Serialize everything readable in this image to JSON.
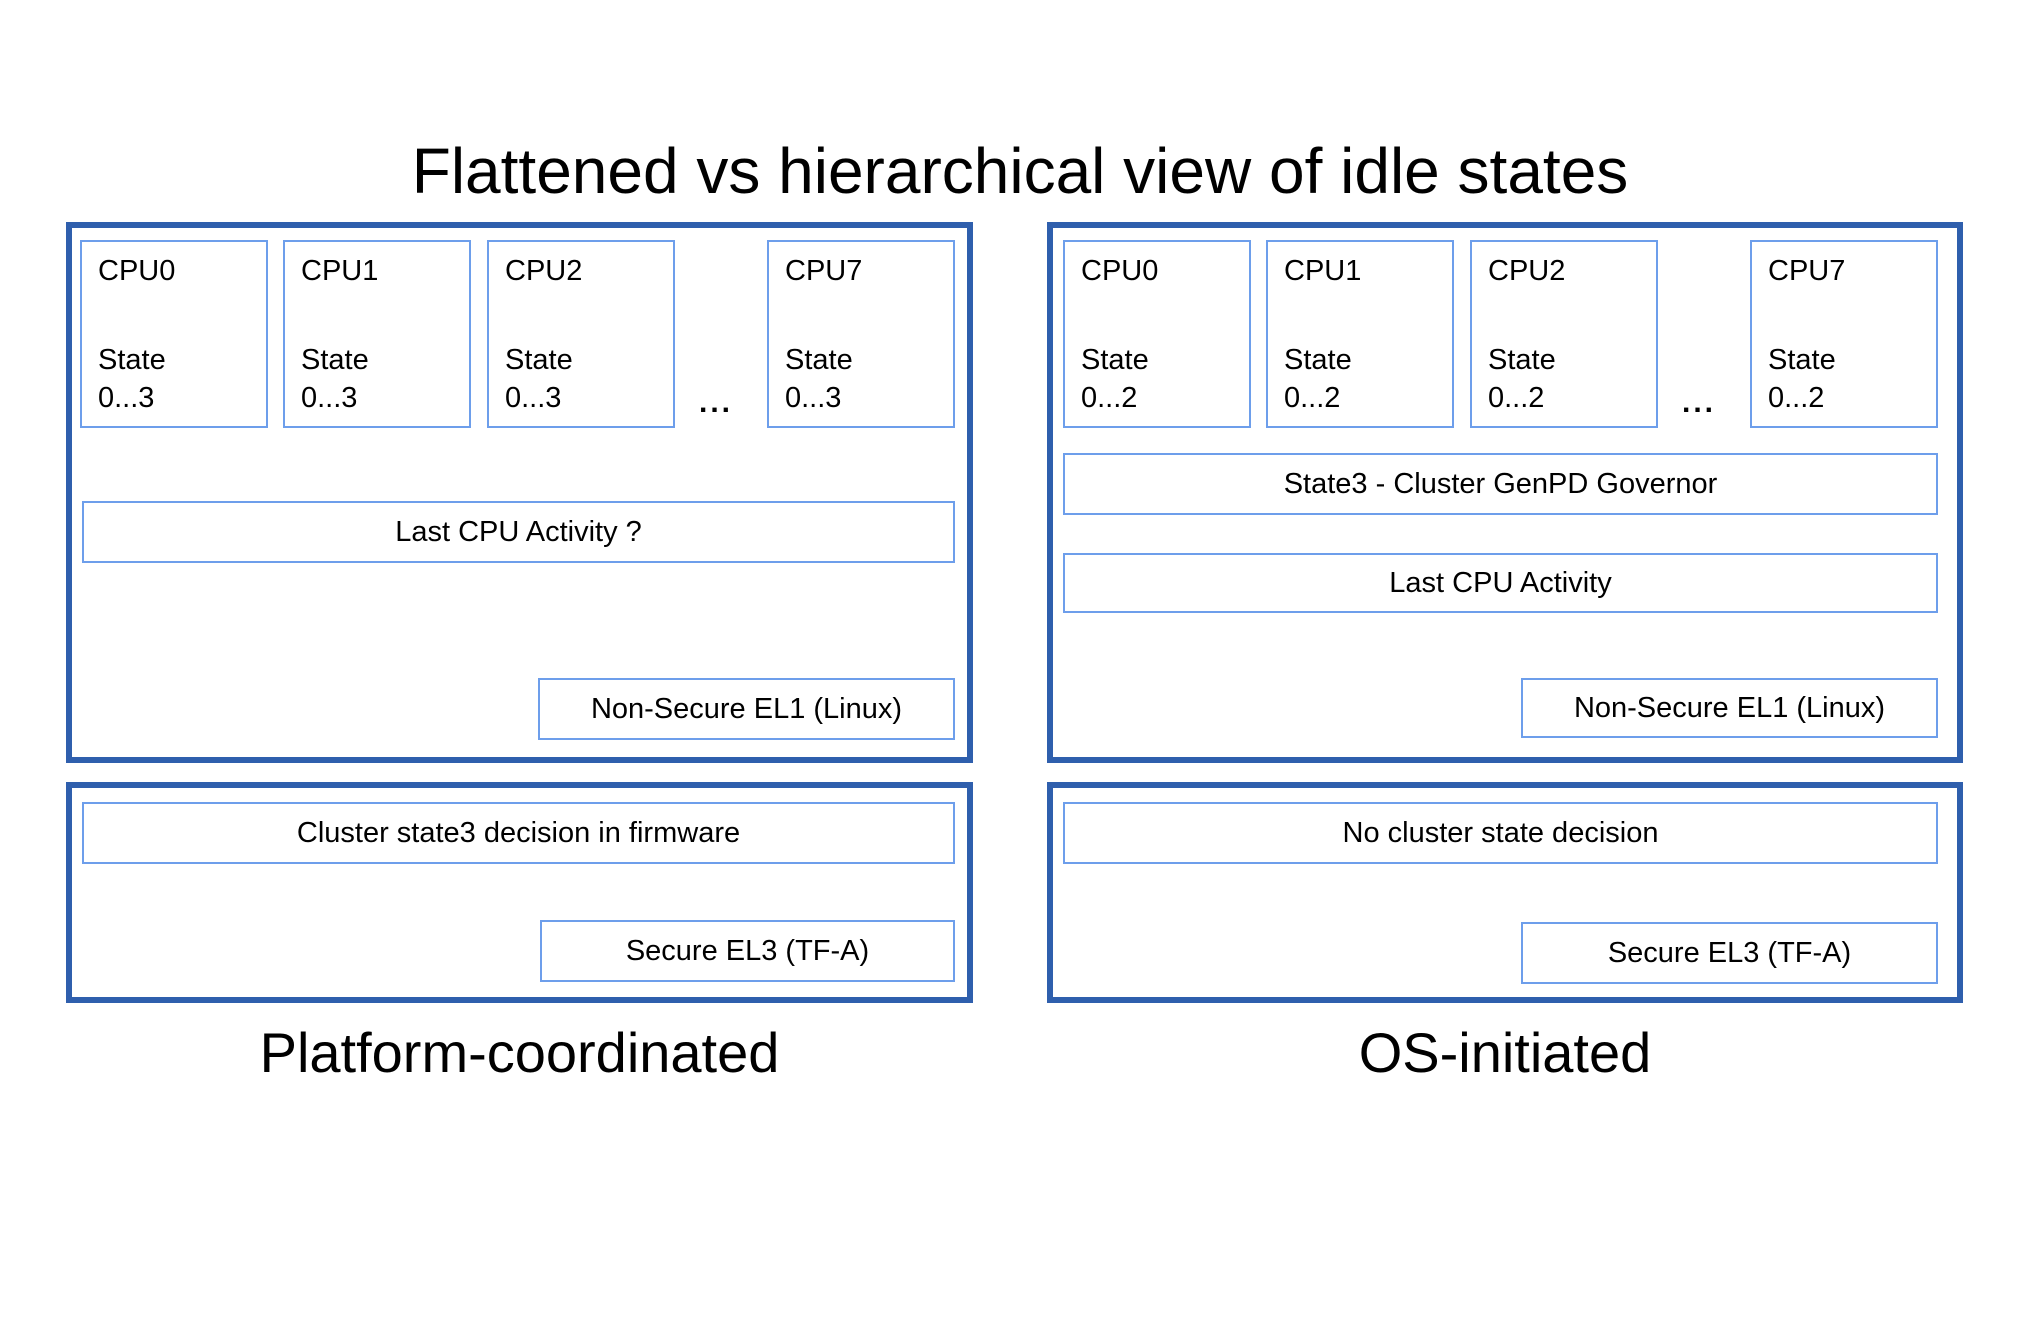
{
  "title": "Flattened vs hierarchical view of idle states",
  "colors": {
    "outer_border": "#2f5fad",
    "inner_border": "#6d9eeb",
    "text": "#000000",
    "background": "#ffffff"
  },
  "left": {
    "label": "Platform-coordinated",
    "ellipsis": "...",
    "cpus": [
      {
        "name": "CPU0",
        "state": "State",
        "range": "0...3"
      },
      {
        "name": "CPU1",
        "state": "State",
        "range": "0...3"
      },
      {
        "name": "CPU2",
        "state": "State",
        "range": "0...3"
      },
      {
        "name": "CPU7",
        "state": "State",
        "range": "0...3"
      }
    ],
    "activity": "Last CPU Activity ?",
    "el1": "Non-Secure EL1 (Linux)",
    "firmware_decision": "Cluster state3 decision in firmware",
    "el3": "Secure EL3 (TF-A)"
  },
  "right": {
    "label": "OS-initiated",
    "ellipsis": "...",
    "cpus": [
      {
        "name": "CPU0",
        "state": "State",
        "range": "0...2"
      },
      {
        "name": "CPU1",
        "state": "State",
        "range": "0...2"
      },
      {
        "name": "CPU2",
        "state": "State",
        "range": "0...2"
      },
      {
        "name": "CPU7",
        "state": "State",
        "range": "0...2"
      }
    ],
    "governor": "State3 - Cluster GenPD Governor",
    "activity": "Last CPU Activity",
    "el1": "Non-Secure EL1 (Linux)",
    "decision": "No cluster state decision",
    "el3": "Secure EL3 (TF-A)"
  }
}
